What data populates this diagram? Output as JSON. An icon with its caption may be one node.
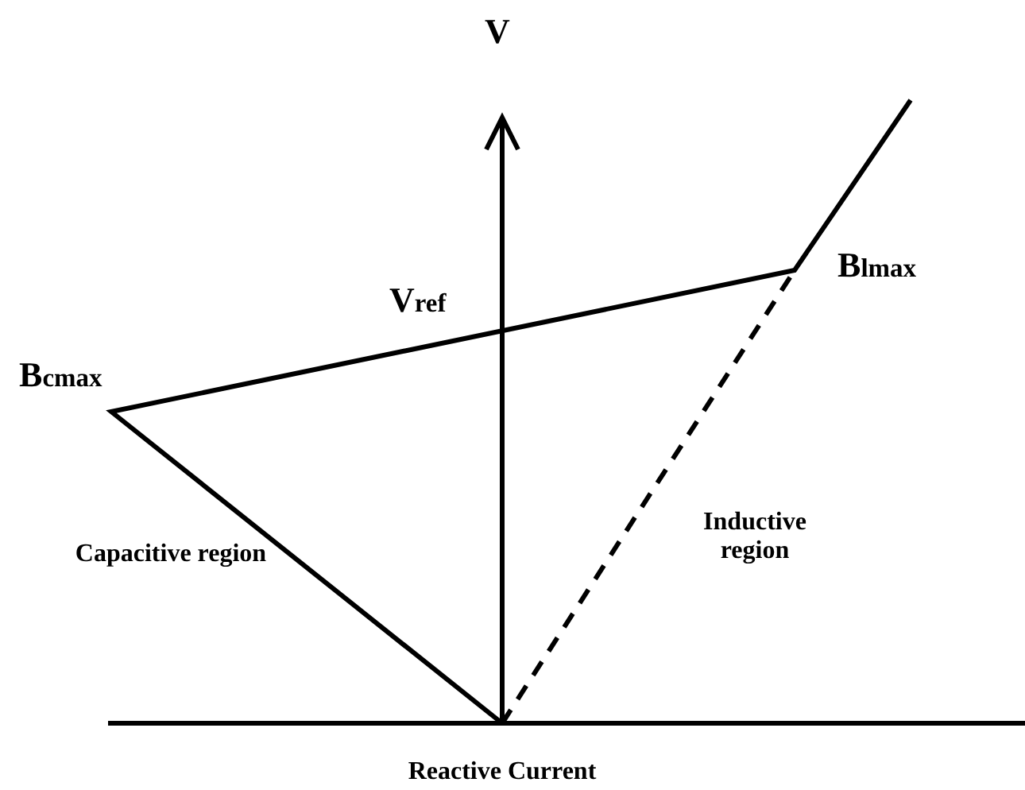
{
  "diagram": {
    "labels": [
      "V",
      "B$_{lmax}$",
      "V$_{ref}$",
      "B$_{cmax}$",
      "Capacitive region",
      "Inductive region",
      "Reactive Current"
    ]
  }
}
